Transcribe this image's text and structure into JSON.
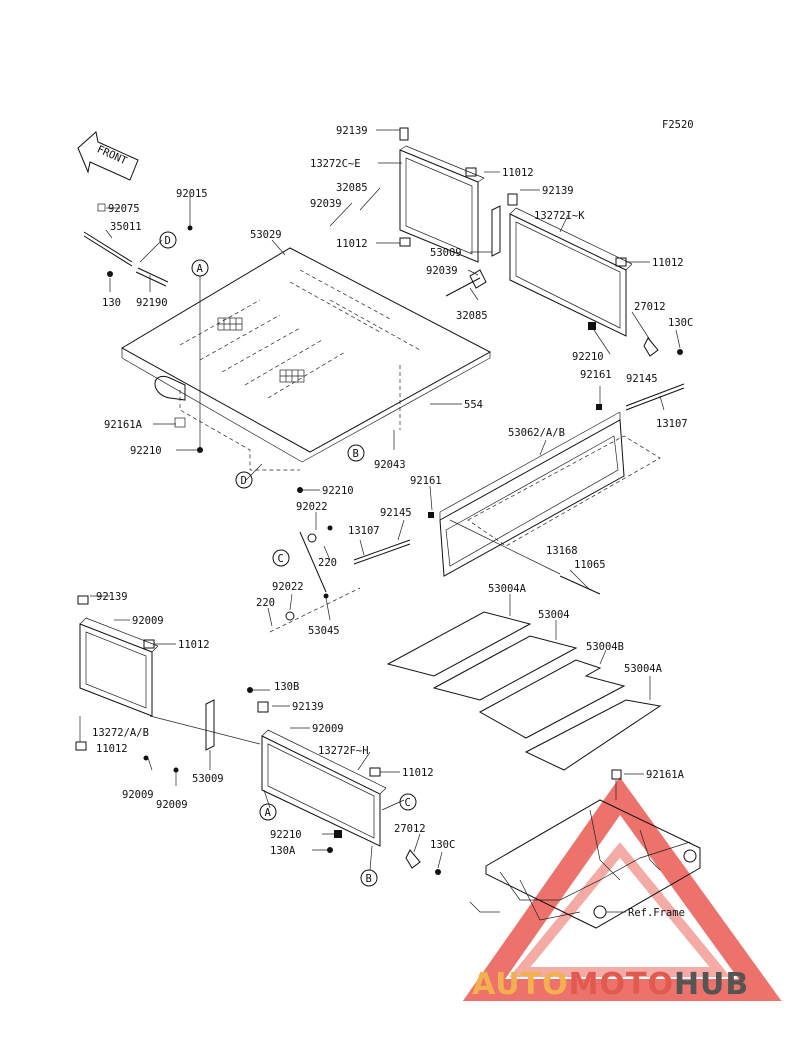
{
  "diagram_code": "F2520",
  "front_label": "FRONT",
  "ref_frame_label": "Ref.Frame",
  "watermark": {
    "part1": "AUTO",
    "part2": "MOTO",
    "part3": "HUB",
    "color_auto": "#f2b04f",
    "color_moto": "#e05a4f",
    "color_hub": "#555555",
    "triangle_color": "#e8443a"
  },
  "callouts": {
    "A": "A",
    "B": "B",
    "C": "C",
    "D": "D"
  },
  "parts": [
    "92139",
    "13272C~E",
    "11012",
    "32085",
    "92039",
    "11012",
    "53009",
    "92139",
    "13272I~K",
    "11012",
    "92039",
    "32085",
    "27012",
    "130C",
    "92210",
    "92015",
    "92075",
    "35011",
    "130",
    "92190",
    "53029",
    "92161A",
    "92210",
    "554",
    "92043",
    "92210",
    "92161",
    "92145",
    "13107",
    "53062/A/B",
    "92161",
    "92145",
    "13107",
    "92022",
    "220",
    "92022",
    "220",
    "53045",
    "13168",
    "11065",
    "53004A",
    "53004",
    "53004B",
    "53004A",
    "92139",
    "92009",
    "11012",
    "13272/A/B",
    "11012",
    "53009",
    "92009",
    "92009",
    "130B",
    "92139",
    "92009",
    "13272F~H",
    "11012",
    "92210",
    "130A",
    "27012",
    "130C",
    "92161A"
  ]
}
